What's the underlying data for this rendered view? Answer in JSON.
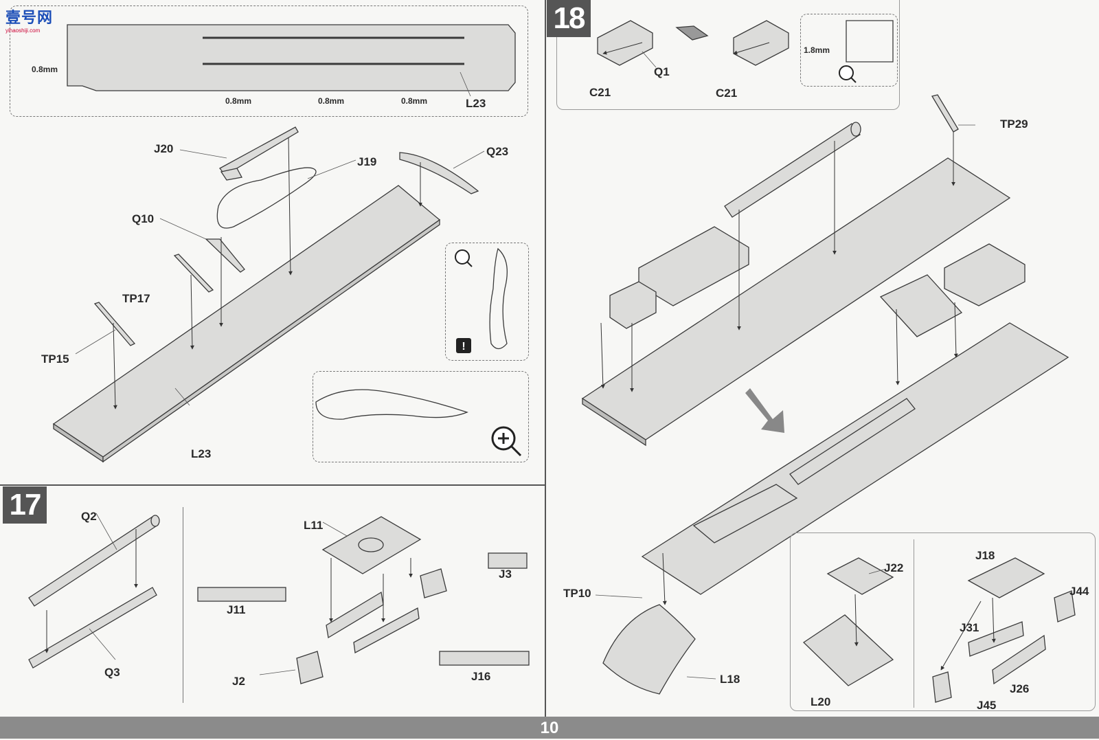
{
  "page": {
    "number": "10"
  },
  "watermark": {
    "brand": "壹号网",
    "sub": "yihaoshiji.com"
  },
  "steps": [
    {
      "number": "17"
    },
    {
      "number": "18"
    }
  ],
  "step16": {
    "detail_labels": {
      "l23": "L23",
      "m1": "0.8mm",
      "m2": "0.8mm",
      "m3": "0.8mm",
      "m4": "0.8mm"
    },
    "parts": {
      "j20": "J20",
      "j19": "J19",
      "q23": "Q23",
      "q10": "Q10",
      "tp17": "TP17",
      "tp15": "TP15",
      "l23": "L23"
    }
  },
  "step17": {
    "parts": {
      "q2": "Q2",
      "q3": "Q3",
      "l11": "L11",
      "j3": "J3",
      "j11": "J11",
      "j2": "J2",
      "j16": "J16"
    }
  },
  "step18": {
    "parts": {
      "q1": "Q1",
      "c21a": "C21",
      "c21b": "C21",
      "hole": "1.8mm",
      "tp29": "TP29",
      "tp10": "TP10",
      "l18": "L18",
      "j22": "J22",
      "l20": "L20",
      "j18": "J18",
      "j44": "J44",
      "j31": "J31",
      "j26": "J26",
      "j45": "J45"
    }
  },
  "colors": {
    "badge": "#555555",
    "footer": "#8b8b8b",
    "line": "#3a3a3a",
    "part_fill": "#d8d8d6"
  }
}
